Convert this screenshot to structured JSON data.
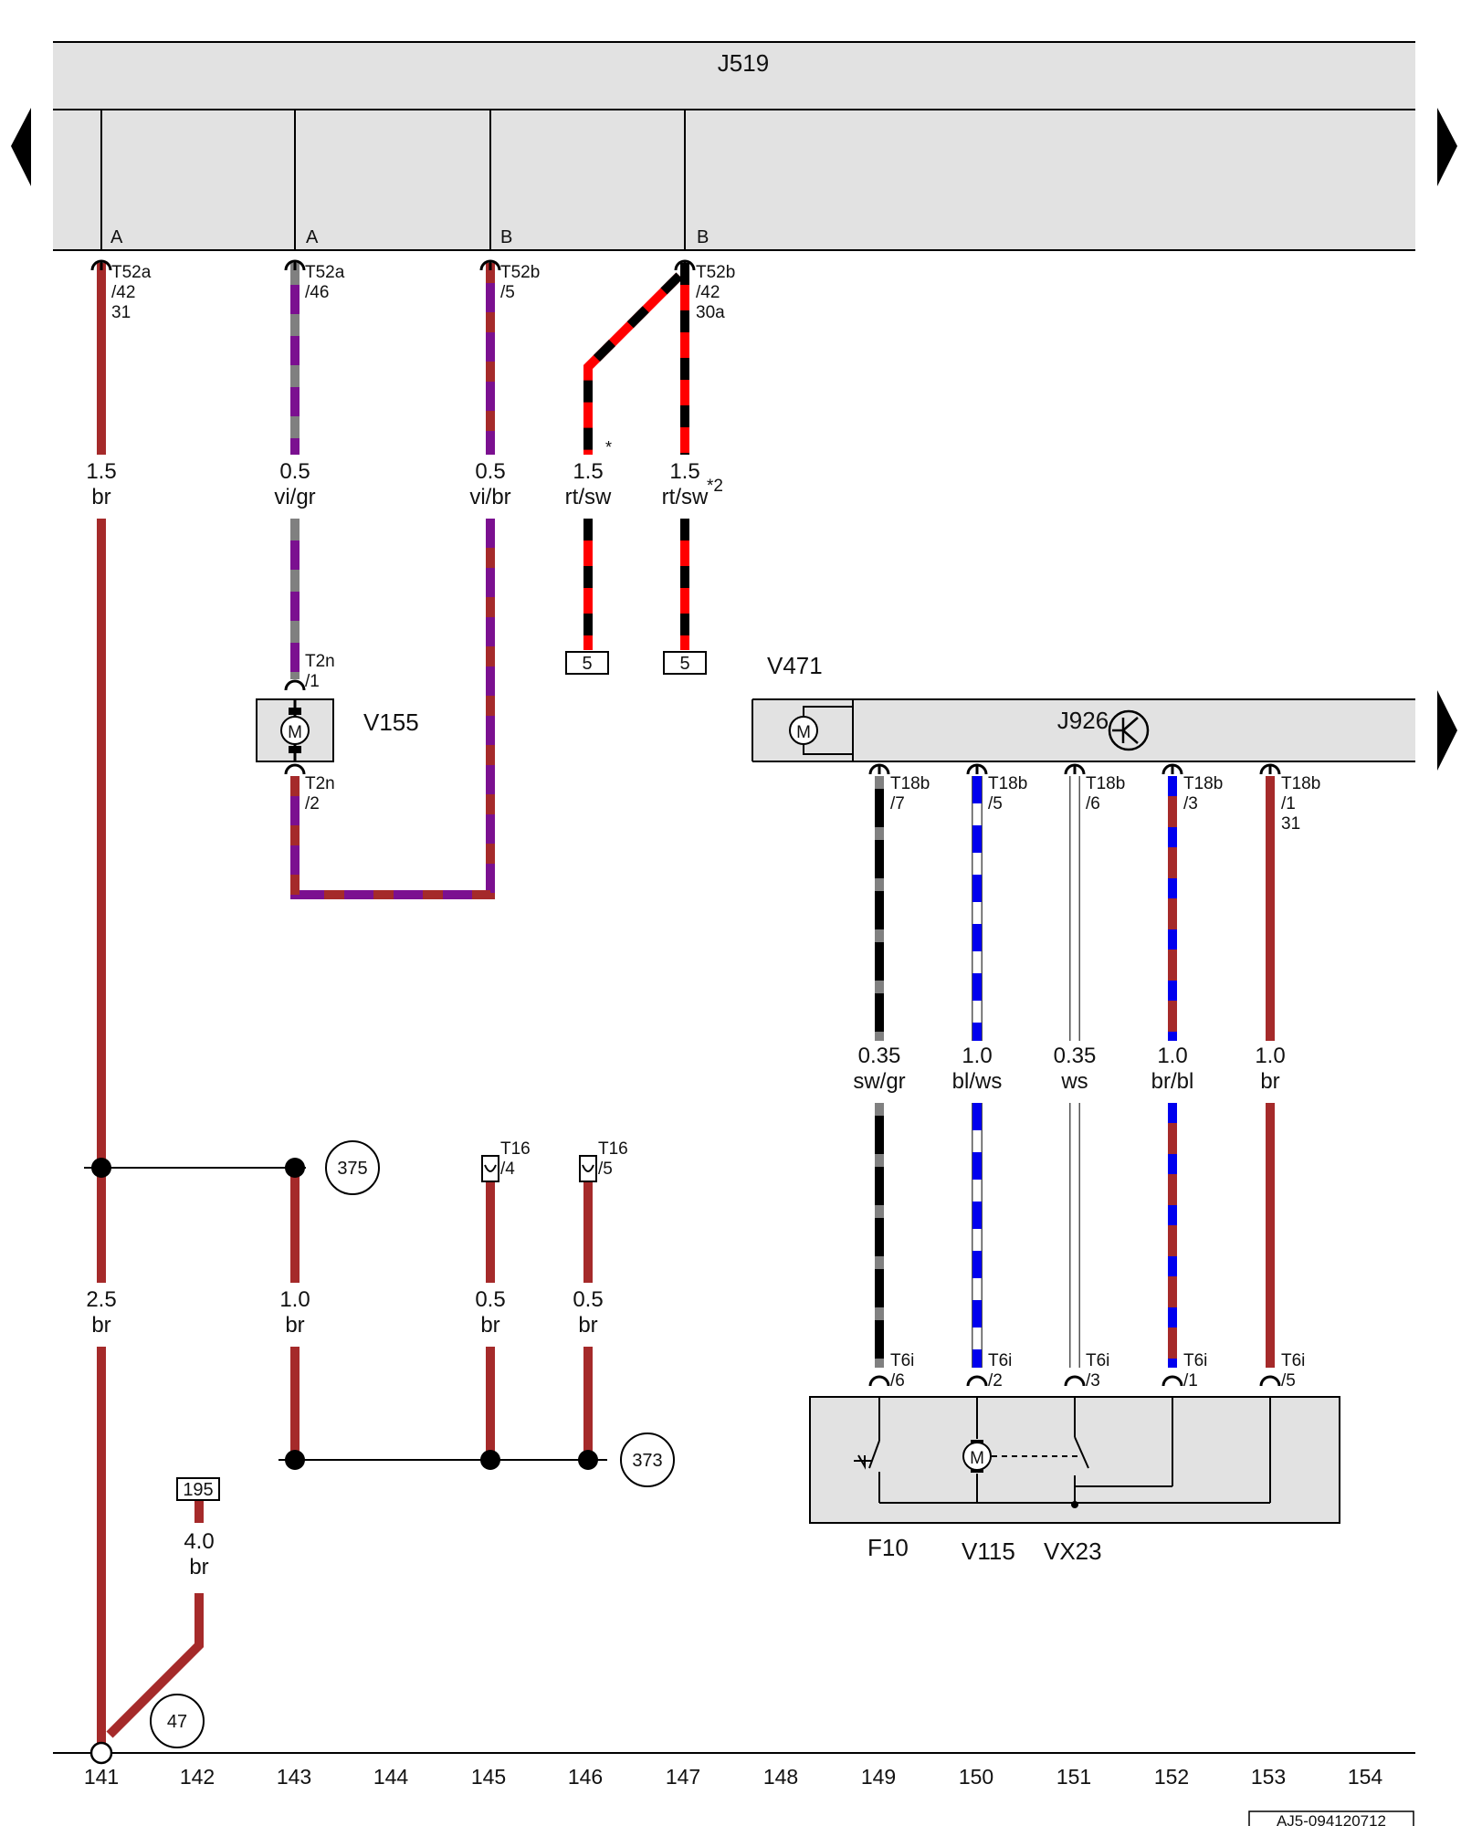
{
  "module": {
    "name": "J519",
    "side_a": "A",
    "side_b": "B"
  },
  "connectors": {
    "c1": [
      "T52a",
      "/42",
      "31"
    ],
    "c2": [
      "T52a",
      "/46"
    ],
    "c3": [
      "T52b",
      "/5"
    ],
    "c4": [
      "T52b",
      "/42",
      "30a"
    ],
    "v155_top": [
      "T2n",
      "/1"
    ],
    "v155_bottom": [
      "T2n",
      "/2"
    ],
    "t16_4": [
      "T16",
      "/4"
    ],
    "t16_5": [
      "T16",
      "/5"
    ],
    "t18_7": [
      "T18b",
      "/7"
    ],
    "t18_5": [
      "T18b",
      "/5"
    ],
    "t18_6": [
      "T18b",
      "/6"
    ],
    "t18_3": [
      "T18b",
      "/3"
    ],
    "t18_1": [
      "T18b",
      "/1",
      "31"
    ],
    "t6_6": [
      "T6i",
      "/6"
    ],
    "t6_2": [
      "T6i",
      "/2"
    ],
    "t6_3": [
      "T6i",
      "/3"
    ],
    "t6_1": [
      "T6i",
      "/1"
    ],
    "t6_5": [
      "T6i",
      "/5"
    ]
  },
  "wire_labels": {
    "w141_top": [
      "1.5",
      "br"
    ],
    "w143_top": [
      "0.5",
      "vi/gr"
    ],
    "w145_top": [
      "0.5",
      "vi/br"
    ],
    "w146_top": [
      "1.5",
      "rt/sw"
    ],
    "w147_top": [
      "1.5",
      "rt/sw"
    ],
    "w149": [
      "0.35",
      "sw/gr"
    ],
    "w150": [
      "1.0",
      "bl/ws"
    ],
    "w151": [
      "0.35",
      "ws"
    ],
    "w152": [
      "1.0",
      "br/bl"
    ],
    "w153": [
      "1.0",
      "br"
    ],
    "w141_bottom": [
      "2.5",
      "br"
    ],
    "w143_bottom": [
      "1.0",
      "br"
    ],
    "w145_bottom": [
      "0.5",
      "br"
    ],
    "w146_bottom": [
      "0.5",
      "br"
    ],
    "w142": [
      "4.0",
      "br"
    ]
  },
  "notes": {
    "star": "*",
    "star2": "*2"
  },
  "boxes": {
    "b146": "5",
    "b147": "5",
    "b195": "195"
  },
  "circles": {
    "c375": "375",
    "c373": "373",
    "c47": "47"
  },
  "components": {
    "v155": "V155",
    "v471": "V471",
    "j926": "J926",
    "f10": "F10",
    "v115": "V115",
    "vx23": "VX23",
    "motor": "M"
  },
  "grid": [
    "141",
    "142",
    "143",
    "144",
    "145",
    "146",
    "147",
    "148",
    "149",
    "150",
    "151",
    "152",
    "153",
    "154"
  ],
  "doc_id": "AJ5-094120712",
  "colors": {
    "br": "#a52a2a",
    "vi": "#7b1090",
    "gr": "#808080",
    "rt": "#ff0000",
    "sw": "#000000",
    "bl": "#0000ee",
    "ws": "#ffffff",
    "module_fill": "#e2e2e2"
  }
}
